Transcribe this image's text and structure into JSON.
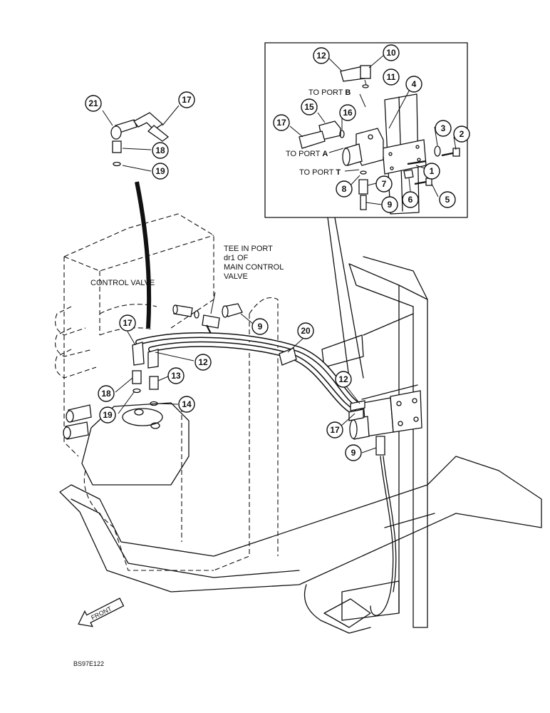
{
  "labels": {
    "control_valve": "CONTROL VALVE",
    "tee_line1": "TEE IN PORT",
    "tee_line2": "dr1 OF",
    "tee_line3": "MAIN CONTROL",
    "tee_line4": "VALVE",
    "to_port_b_prefix": "TO PORT ",
    "to_port_b_letter": "B",
    "to_port_a_prefix": "TO PORT ",
    "to_port_a_letter": "A",
    "to_port_t_prefix": "TO PORT ",
    "to_port_t_letter": "T",
    "front": "FRONT",
    "figure_code": "BS97E122"
  },
  "callouts": {
    "c1": "1",
    "c2": "2",
    "c3": "3",
    "c4": "4",
    "c5": "5",
    "c6": "6",
    "c7": "7",
    "c8": "8",
    "c9_inset": "9",
    "c10": "10",
    "c11": "11",
    "c12_inset": "12",
    "c15": "15",
    "c16": "16",
    "c17_inset": "17",
    "c21": "21",
    "c17_top": "17",
    "c18_top": "18",
    "c19_top": "19",
    "c9_tee": "9",
    "c17_valve": "17",
    "c12_valve": "12",
    "c20": "20",
    "c13": "13",
    "c14": "14",
    "c18_valve": "18",
    "c19_valve": "19",
    "c12_block": "12",
    "c17_block": "17",
    "c9_block": "9"
  }
}
